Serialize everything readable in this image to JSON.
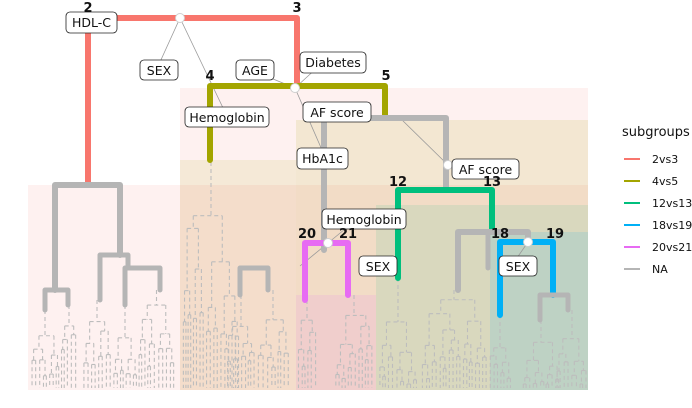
{
  "legend": {
    "title": "subgroups",
    "items": [
      {
        "label": "2vs3",
        "color": "#F8766D"
      },
      {
        "label": "4vs5",
        "color": "#A3A500"
      },
      {
        "label": "12vs13",
        "color": "#00BF7D"
      },
      {
        "label": "18vs19",
        "color": "#00B0F6"
      },
      {
        "label": "20vs21",
        "color": "#E76BF3"
      },
      {
        "label": "NA",
        "color": "#B5B5B5"
      }
    ]
  },
  "node_numbers": [
    "2",
    "3",
    "4",
    "5",
    "12",
    "13",
    "18",
    "19",
    "20",
    "21"
  ],
  "split_labels": [
    "HDL-C",
    "SEX",
    "AGE",
    "Diabetes",
    "Hemoglobin",
    "AF score",
    "HbA1c",
    "AF score",
    "Hemoglobin",
    "SEX",
    "SEX"
  ]
}
